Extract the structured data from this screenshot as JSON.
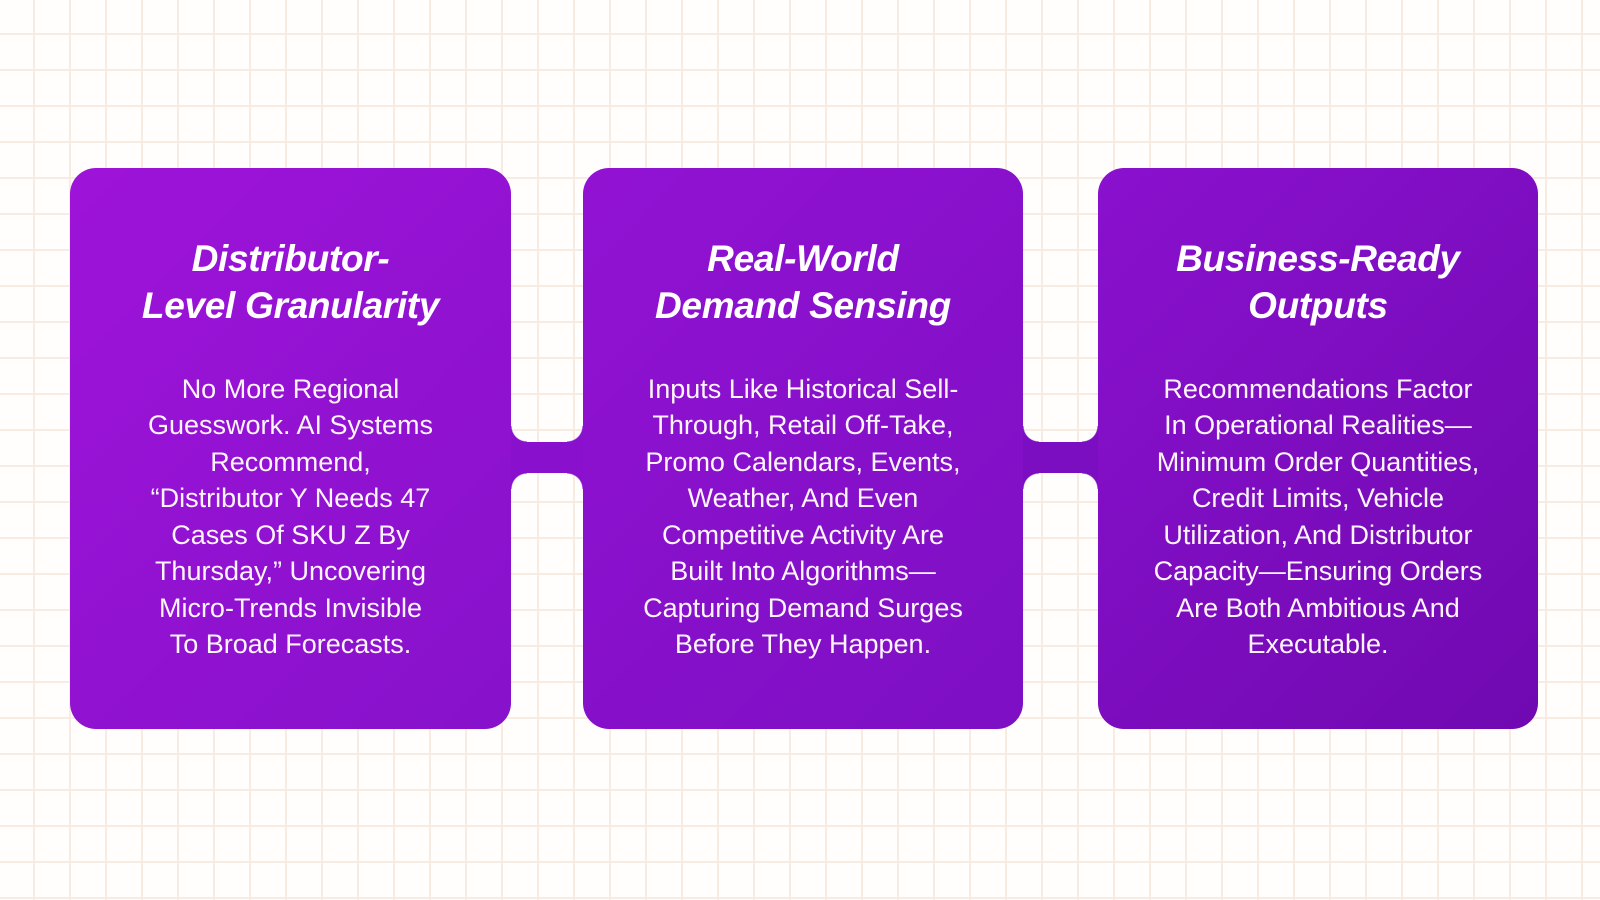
{
  "page": {
    "background_color": "#fffefd",
    "grid_line_color": "#f8ece2",
    "accent_purple_light": "#9e13d9",
    "accent_purple_dark": "#7009b1",
    "title_text_color": "#ffffff",
    "body_text_color": "#fef4fc"
  },
  "cards": [
    {
      "id": "distributor-level-granularity",
      "title": "Distributor-\nLevel Granularity",
      "body": "No More Regional\nGuesswork. AI Systems\nRecommend,\n“Distributor Y Needs 47\nCases Of SKU Z By\nThursday,” Uncovering\nMicro-Trends Invisible\nTo Broad Forecasts."
    },
    {
      "id": "real-world-demand-sensing",
      "title": "Real-World\nDemand Sensing",
      "body": "Inputs Like Historical Sell-\nThrough, Retail Off-Take,\nPromo Calendars, Events,\nWeather, And Even\nCompetitive Activity Are\nBuilt Into Algorithms—\nCapturing Demand Surges\nBefore They Happen."
    },
    {
      "id": "business-ready-outputs",
      "title": "Business-Ready\nOutputs",
      "body": "Recommendations Factor\nIn Operational Realities—\nMinimum Order Quantities,\nCredit Limits, Vehicle\nUtilization, And Distributor\nCapacity—Ensuring Orders\nAre Both Ambitious And\nExecutable."
    }
  ]
}
